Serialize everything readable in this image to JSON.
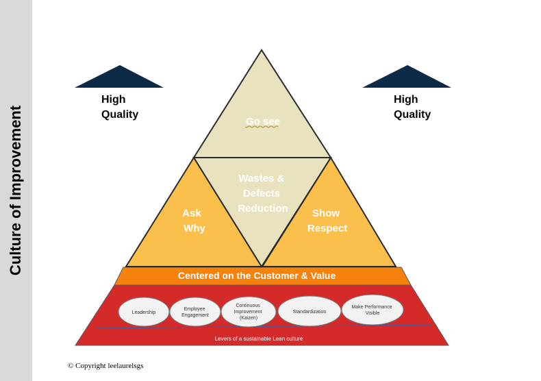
{
  "sidebar": {
    "title": "Culture of Improvement"
  },
  "left_label": {
    "line1": "High",
    "line2": "Quality"
  },
  "right_label": {
    "line1": "High",
    "line2": "Quality"
  },
  "pyramid": {
    "top": "Go see",
    "center": [
      "Wastes &",
      "Defects",
      "Reduction"
    ],
    "left": [
      "Ask",
      "Why"
    ],
    "right": [
      "Show",
      "Respect"
    ],
    "band": "Centered on the Customer & Value",
    "levers": [
      [
        "Leadership"
      ],
      [
        "Employee",
        "Engagement"
      ],
      [
        "Continuous",
        "Improvement",
        "(Kaizen)"
      ],
      [
        "Standardization"
      ],
      [
        "Make Performance",
        "Visible"
      ]
    ],
    "base_caption": "Levers of a sustainable Lean culture"
  },
  "colors": {
    "top_fill": "#e8e2bf",
    "center_fill": "#e8e2bf",
    "side_fill": "#fbbf4c",
    "band_fill": "#f5820d",
    "base_fill": "#d42a2a",
    "lever_fill": "#f2f2f2",
    "roof_fill": "#0d2a46"
  },
  "footer": {
    "copyright": "© Copyright leelaurelsgs"
  }
}
